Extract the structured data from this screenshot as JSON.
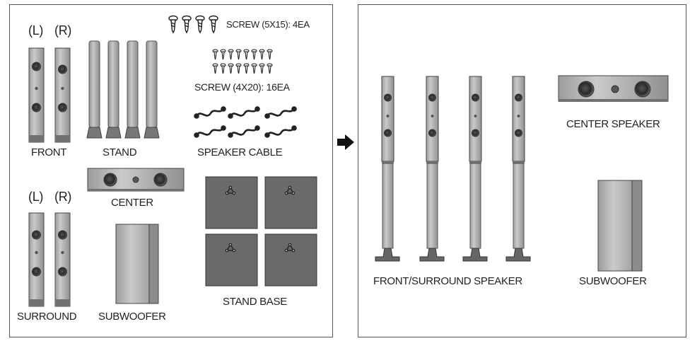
{
  "left_panel": {
    "labels": {
      "front_l": "(L)",
      "front_r": "(R)",
      "front": "FRONT",
      "stand": "STAND",
      "screw_5x15": "SCREW (5X15): 4EA",
      "screw_4x20": "SCREW (4X20): 16EA",
      "speaker_cable": "SPEAKER CABLE",
      "center": "CENTER",
      "surround_l": "(L)",
      "surround_r": "(R)",
      "surround": "SURROUND",
      "subwoofer": "SUBWOOFER",
      "stand_base": "STAND BASE"
    }
  },
  "right_panel": {
    "labels": {
      "center_speaker": "CENTER SPEAKER",
      "front_surround_speaker": "FRONT/SURROUND SPEAKER",
      "subwoofer": "SUBWOOFER"
    }
  },
  "colors": {
    "speaker_body": "#b4b6b8",
    "speaker_dark": "#7c7e80",
    "base_plate": "#6a6a6a",
    "border": "#555555",
    "arrow": "#111111"
  }
}
